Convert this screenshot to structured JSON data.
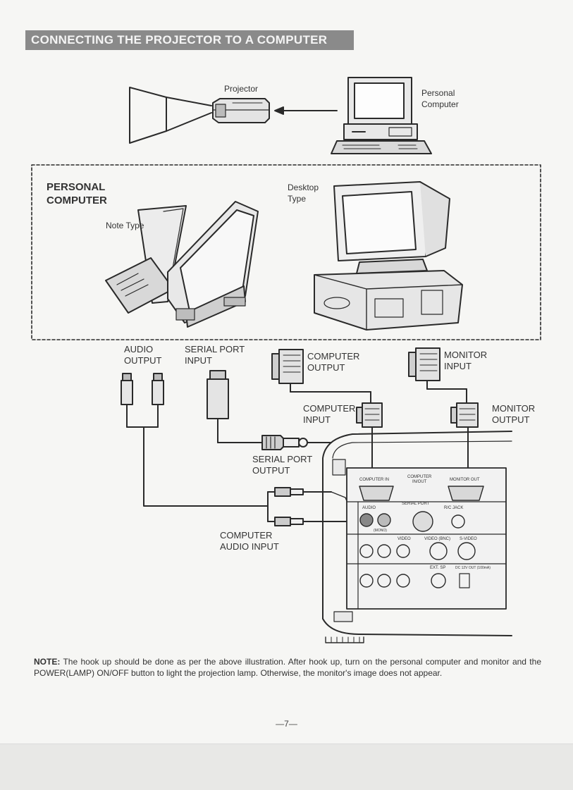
{
  "title": "CONNECTING THE PROJECTOR TO A COMPUTER",
  "top_diagram": {
    "projector_label": "Projector",
    "personal_computer_label": "Personal\nComputer"
  },
  "pc_box": {
    "heading": "PERSONAL\nCOMPUTER",
    "note_type_label": "Note Type",
    "desktop_type_label": "Desktop\nType"
  },
  "connectors": {
    "audio_output": "AUDIO\nOUTPUT",
    "serial_port_input": "SERIAL PORT\nINPUT",
    "computer_output": "COMPUTER\nOUTPUT",
    "monitor_input": "MONITOR\nINPUT",
    "computer_input": "COMPUTER\nINPUT",
    "monitor_output": "MONITOR\nOUTPUT",
    "serial_port_output": "SERIAL PORT\nOUTPUT",
    "computer_audio_input": "COMPUTER\nAUDIO INPUT"
  },
  "panel": {
    "computer_in": "COMPUTER IN",
    "computer_inout": "COMPUTER\nIN/OUT",
    "monitor_out": "MONITOR OUT",
    "serial_port": "SERIAL PORT",
    "audio_l": "AUDIO",
    "rc_jack": "R/C JACK",
    "mono": "(MONO)",
    "video": "VIDEO",
    "video_bnc": "VIDEO (BNC)",
    "s_video": "S-VIDEO",
    "ext_sp": "EXT. SP",
    "dc_out": "DC 12V OUT (100mA)"
  },
  "note": {
    "key": "NOTE:",
    "text": " The hook up should be done as per the above illustration. After hook up, turn on the personal computer and monitor and the POWER(LAMP) ON/OFF button to light the projection lamp. Otherwise, the monitor's image does not appear."
  },
  "page_number": "—7—"
}
